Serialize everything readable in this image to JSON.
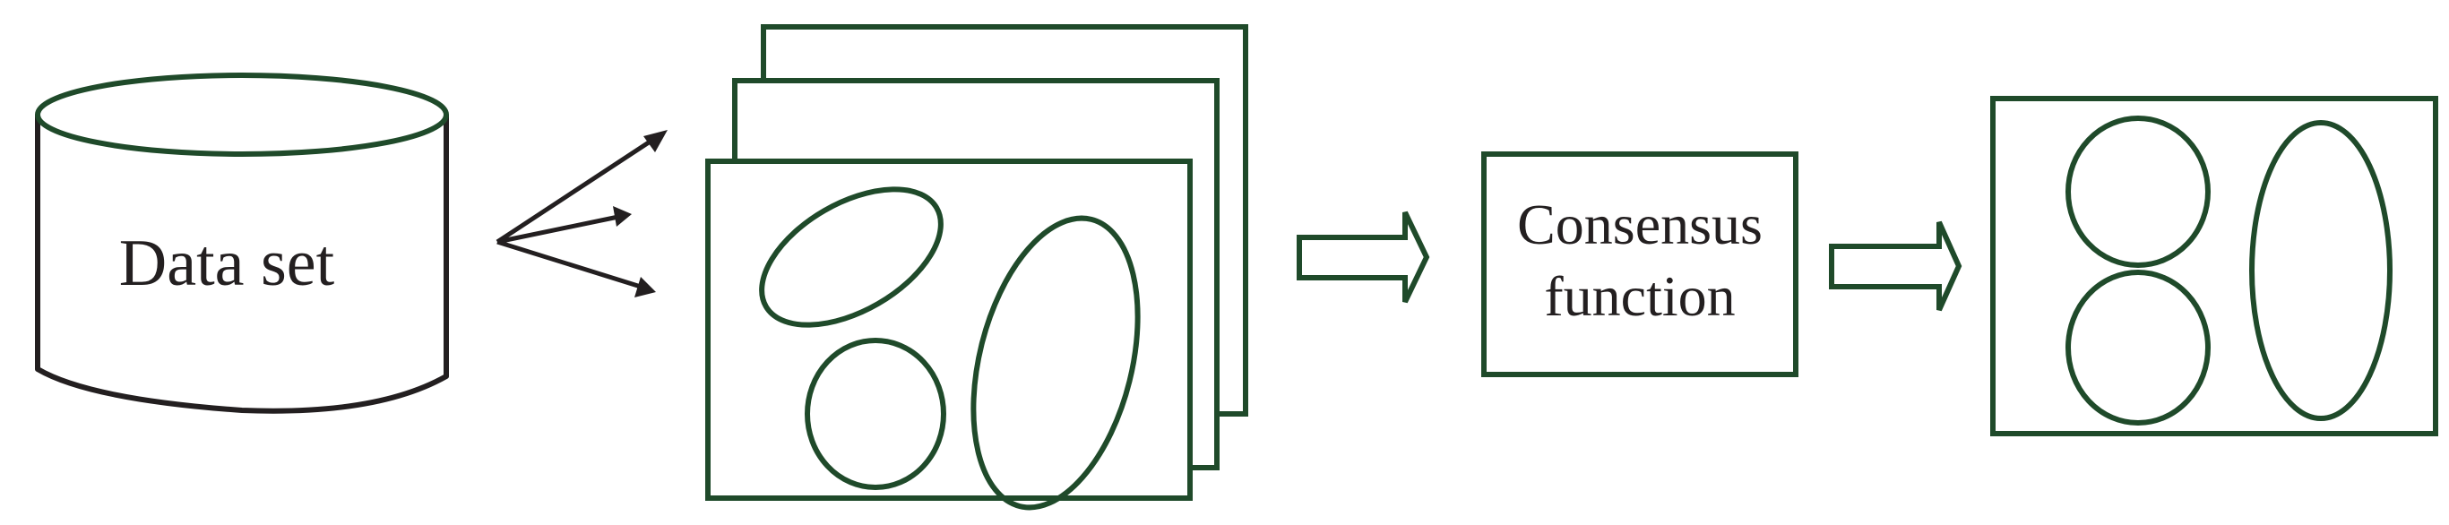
{
  "diagram": {
    "dataset_label": "Data set",
    "consensus_line1": "Consensus",
    "consensus_line2": "function"
  },
  "colors": {
    "frame_stroke": "#1f4a2a",
    "dataset_stroke": "#231f20",
    "arrow_stroke": "#231f20",
    "background": "#ffffff"
  }
}
